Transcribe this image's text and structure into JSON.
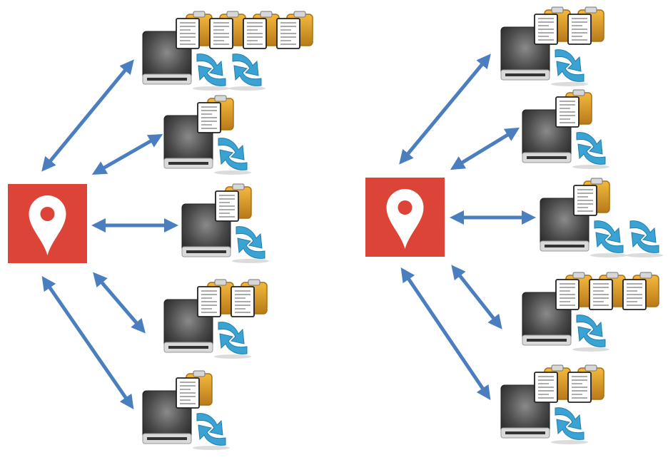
{
  "colors": {
    "hub": "#db4437",
    "arrow": "#4a7ebf",
    "clipboard": "#e0a12a",
    "clipboard_dark": "#a8701a",
    "sync": "#3aa3d3",
    "drive": "#3c3c3c"
  },
  "icons": {
    "hub": "map-pin-icon",
    "node": "hard-drive-icon",
    "document": "clipboard-icon",
    "sync": "sync-icon"
  },
  "clusters": [
    {
      "name": "left",
      "nodes": [
        {
          "clipboards": 4,
          "sync": 2
        },
        {
          "clipboards": 1,
          "sync": 1
        },
        {
          "clipboards": 1,
          "sync": 1
        },
        {
          "clipboards": 2,
          "sync": 1
        },
        {
          "clipboards": 1,
          "sync": 1
        }
      ]
    },
    {
      "name": "right",
      "nodes": [
        {
          "clipboards": 2,
          "sync": 1
        },
        {
          "clipboards": 1,
          "sync": 1
        },
        {
          "clipboards": 1,
          "sync": 2
        },
        {
          "clipboards": 3,
          "sync": 1
        },
        {
          "clipboards": 2,
          "sync": 1
        }
      ]
    }
  ]
}
